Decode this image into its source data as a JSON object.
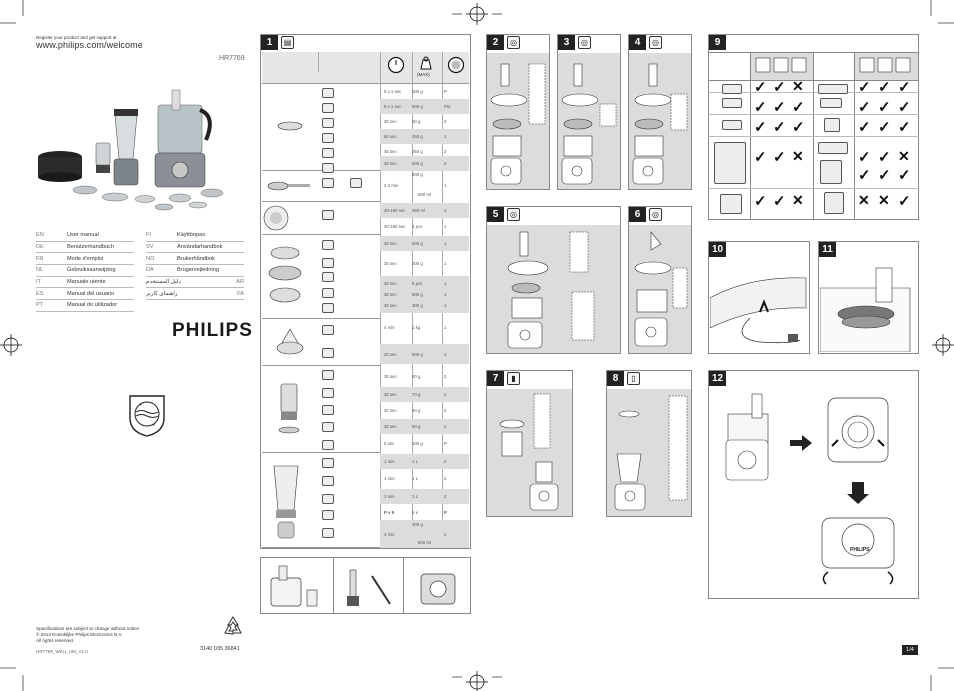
{
  "header": {
    "register_text": "Register your product and get support at",
    "url": "www.philips.com/welcome",
    "model": "HR7769"
  },
  "languages_left": [
    {
      "code": "EN",
      "title": "User manual"
    },
    {
      "code": "DE",
      "title": "Benutzerhandbuch"
    },
    {
      "code": "FR",
      "title": "Mode d'emploi"
    },
    {
      "code": "NL",
      "title": "Gebruiksaanwijzing"
    },
    {
      "code": "IT",
      "title": "Manuale utente"
    },
    {
      "code": "ES",
      "title": "Manual del usuario"
    },
    {
      "code": "PT",
      "title": "Manual do utilizador"
    }
  ],
  "languages_right": [
    {
      "code": "FI",
      "title": "Käyttöopas"
    },
    {
      "code": "SV",
      "title": "Användarhandbok"
    },
    {
      "code": "NO",
      "title": "Brukerhåndbok"
    },
    {
      "code": "DA",
      "title": "Brugervejledning"
    },
    {
      "code": "AR",
      "title": "دليل المستخدم"
    },
    {
      "code": "FA",
      "title": "راهنمای کاربر"
    }
  ],
  "brand": "PHILIPS",
  "footer": {
    "line1": "Specifications are subject to change without notice",
    "line2": "© 2013 Koninklijke Philips Electronics N.V.",
    "line3": "All rights reserved.",
    "doc_code": "HR7769_WKU_UM_V1.0",
    "part_number": "3140 035 36841"
  },
  "page_number": "1/4",
  "panels": {
    "p1": "1",
    "p2": "2",
    "p3": "3",
    "p4": "4",
    "p5": "5",
    "p6": "6",
    "p7": "7",
    "p8": "8",
    "p9": "9",
    "p10": "10",
    "p11": "11",
    "p12": "12"
  },
  "table1": {
    "max_label": "(MAX)",
    "rows": [
      {
        "time": "5 x 1 sec",
        "qty": "500 g",
        "speed": "P"
      },
      {
        "time": "5 x 1 sec",
        "qty": "500 g",
        "speed": "P/2"
      },
      {
        "time": "30 sec",
        "qty": "50 g",
        "speed": "2"
      },
      {
        "time": "60 sec",
        "qty": "250 g",
        "speed": "1"
      },
      {
        "time": "45 sec",
        "qty": "250 g",
        "speed": "2"
      },
      {
        "time": "30 sec",
        "qty": "500 g",
        "speed": "2"
      },
      {
        "time": "2-3 min",
        "qty": "500 g",
        "speed": "1"
      },
      {
        "time": "",
        "qty": "500 ml",
        "speed": ""
      },
      {
        "time": "40-180 sec",
        "qty": "250 ml",
        "speed": "1"
      },
      {
        "time": "40-180 sec",
        "qty": "4 pcs",
        "speed": "1"
      },
      {
        "time": "30 sec",
        "qty": "500 g",
        "speed": "1"
      },
      {
        "time": "30 sec",
        "qty": "200 g",
        "speed": "1"
      },
      {
        "time": "30 sec",
        "qty": "5 pcs",
        "speed": "1"
      },
      {
        "time": "30 sec",
        "qty": "500 g",
        "speed": "1"
      },
      {
        "time": "30 sec",
        "qty": "300 g",
        "speed": "1"
      },
      {
        "time": "4 min",
        "qty": "1 kg",
        "speed": "1"
      },
      {
        "time": "20 sec",
        "qty": "500 g",
        "speed": "1"
      },
      {
        "time": "30 sec",
        "qty": "40 g",
        "speed": "2"
      },
      {
        "time": "30 sec",
        "qty": "70 g",
        "speed": "2"
      },
      {
        "time": "30 sec",
        "qty": "40 g",
        "speed": "2"
      },
      {
        "time": "30 sec",
        "qty": "50 g",
        "speed": "2"
      },
      {
        "time": "5 sec",
        "qty": "100 g",
        "speed": "P"
      },
      {
        "time": "1 min",
        "qty": "1 L",
        "speed": "2"
      },
      {
        "time": "1 min",
        "qty": "1 L",
        "speed": "2"
      },
      {
        "time": "1 min",
        "qty": "1 L",
        "speed": "2"
      },
      {
        "time": "P x 9",
        "qty": "6 x",
        "speed": "P"
      },
      {
        "time": "3 min",
        "qty": "400 g",
        "speed": "2"
      },
      {
        "time": "",
        "qty": "600 ml",
        "speed": ""
      }
    ]
  },
  "compat": {
    "rows": [
      [
        "check",
        "check",
        "cross",
        "check",
        "check",
        "check"
      ],
      [
        "check",
        "check",
        "check",
        "check",
        "check",
        "check"
      ],
      [
        "check",
        "check",
        "check",
        "check",
        "check",
        "check"
      ],
      [
        "check",
        "check",
        "cross",
        "check",
        "check",
        "cross"
      ],
      [
        "",
        "",
        "",
        "check",
        "check",
        "check"
      ],
      [
        "check",
        "check",
        "cross",
        "cross",
        "cross",
        "check"
      ]
    ]
  }
}
